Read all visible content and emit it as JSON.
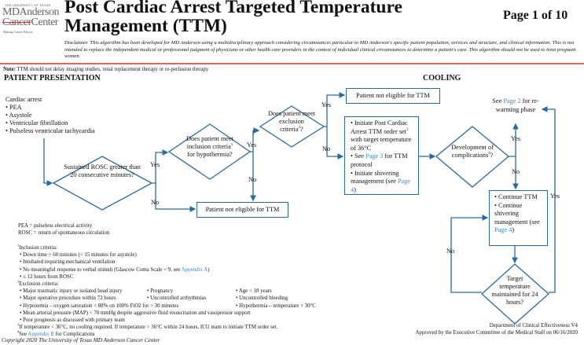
{
  "logo": {
    "line1": "THE UNIVERSITY OF TEXAS",
    "line2": "MDAnderson",
    "line3a": "Cancer",
    "line3b": "Center",
    "tagline": "Making Cancer History"
  },
  "header": {
    "title": "Post Cardiac Arrest Targeted Temperature Management (TTM)",
    "page": "Page 1 of 10",
    "disclaimer_label": "Disclaimer:",
    "disclaimer": "This algorithm has been developed for MD Anderson using a multidisciplinary approach considering circumstances particular to MD Anderson's specific patient population, services and structure, and clinical information. This is not intended to replace the independent medical or professional judgment of physicians or other health care providers in the context of individual clinical circumstances to determine a patient's care. This algorithm should not be used to treat pregnant women."
  },
  "note": {
    "label": "Note:",
    "text": "TTM should not delay imaging studies, renal replacement therapy or re-perfusion therapy"
  },
  "sections": {
    "presentation": "PATIENT PRESENTATION",
    "cooling": "COOLING"
  },
  "presentation": {
    "heading": "Cardiac arrest",
    "items": [
      "PEA",
      "Asystole",
      "Ventricular fibrillation",
      "Pulseless ventricular tachycardia"
    ]
  },
  "flow": {
    "rosc": "Sustained ROSC greater than 20 consecutive minutes?",
    "inclusion": {
      "a": "Does patient meet inclusion criteria",
      "sup": "1",
      "b": "for hypothermia?"
    },
    "exclusion": {
      "a": "Does patient meet exclusion criteria",
      "sup": "2",
      "b": "?"
    },
    "not_eligible": "Patient not eligible for TTM",
    "initiate": {
      "i1a": "Initiate Post Cardiac Arrest TTM order set",
      "i1sup": "3",
      "i1b": "with target temperature of 36°C",
      "i2a": "See",
      "i2link": "Page 3",
      "i2b": "for TTM protocol",
      "i3a": "Initiate shivering management (see",
      "i3link": "Page 4",
      "i3b": ")"
    },
    "complications": {
      "a": "Development of complications",
      "sup": "4",
      "b": "?"
    },
    "rewarm": {
      "a": "See",
      "link": "Page 2",
      "b": "for re-warming phase"
    },
    "continue": {
      "i1": "Continue TTM",
      "i2a": "Continue shivering management (see",
      "i2link": "Page 4",
      "i2b": ")"
    },
    "maintained": "Target temperature maintained for 24 hours?",
    "yes": "Yes",
    "no": "No"
  },
  "abbrev": [
    "PEA = pulseless electrical activity",
    "ROSC = return of spontaneous circulation"
  ],
  "footnotes": {
    "inclusion_title": "Inclusion criteria:",
    "inclusion": [
      "Down time < 60 minutes (< 15 minutes for asystole)",
      "Intubated requiring mechanical ventilation",
      "No meaningful response to verbal stimuli (Glascow Coma Scale < 9, see",
      "≤ 12 hours from ROSC"
    ],
    "appendix_a": "Appendix A",
    "exclusion_title": "Exclusion criteria:",
    "exclusion_col1": [
      "Major traumatic injury or isolated head injury",
      "Major operative procedure within 72 hours",
      "Hypoxemia – oxygen saturation < 88% on 100% FiO2 for > 30 minutes",
      "Mean arterial pressure (MAP) < 70 mmHg despite aggressive fluid resuscitation and vasopressor support",
      "Poor prognosis as discussed with primary team"
    ],
    "exclusion_col2": [
      "Pregnancy",
      "Uncontrolled arrhythmias"
    ],
    "exclusion_col3": [
      "Age < 18 years",
      "Uncontrolled bleeding",
      "Hypothermia – temperature < 30°C"
    ],
    "note3": "If temperature < 36°C, no cooling required. If temperature > 36°C within 24 hours, ICU team to initiate TTM order set.",
    "note4a": "See",
    "appendix_b": "Appendix B",
    "note4b": "for Complications"
  },
  "footer": {
    "copyright": "Copyright 2020 The University of Texas MD Anderson Cancer Center",
    "dept": "Department of Clinical Effectiveness V4",
    "approved": "Approved by the Executive Committee of the Medical Staff on 06/16/2020"
  },
  "colors": {
    "flow": "#2c6a9b",
    "link": "#3d86d6",
    "rule": "#e8645a"
  }
}
